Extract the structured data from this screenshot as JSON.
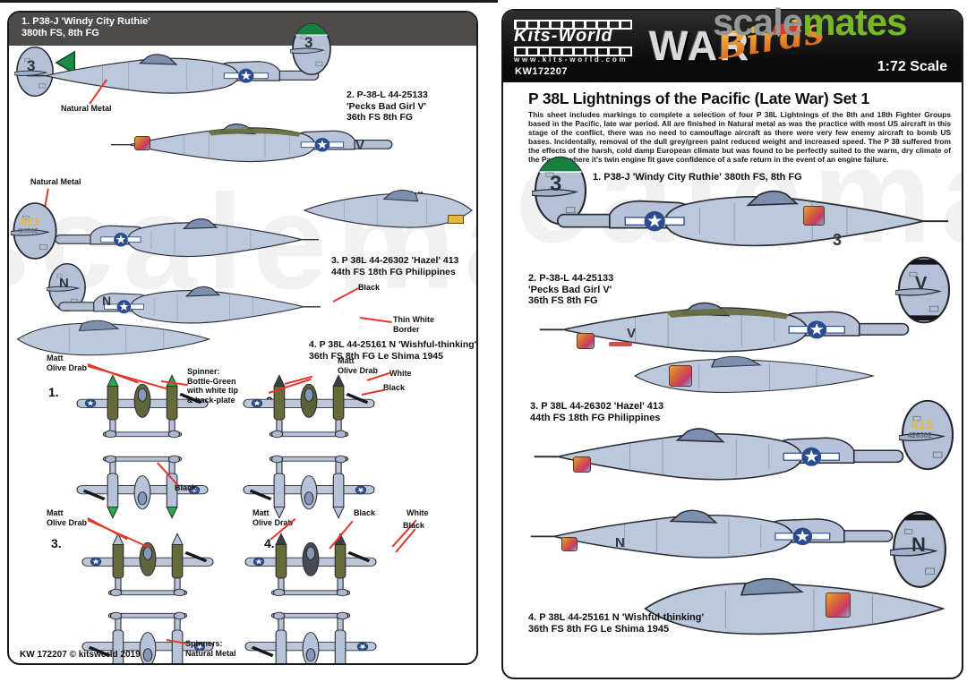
{
  "colors": {
    "accent_red": "#e0382f",
    "olive_drab": "#666b39",
    "airframe_metal": "#b7c3d8",
    "dark_green_cap": "#17803f",
    "spinner_green": "#2ba84a",
    "tail_yellow": "#e7b83b",
    "scalemates_green": "#76b82a",
    "banner_black": "#0b0b0b"
  },
  "watermark": {
    "scale": "scale",
    "mates": "mates",
    "ghost": "scalemates"
  },
  "left": {
    "top_header": [
      "1. P38-J 'Windy City Ruthie'",
      "380th FS, 8th FG"
    ],
    "labels": {
      "natural_metal_a": "Natural Metal",
      "natural_metal_b": "Natural Metal",
      "matt_olive_1": [
        "Matt",
        "Olive Drab"
      ],
      "black_1": "Black",
      "thin_white": [
        "Thin White",
        "Border"
      ],
      "matt_olive_2": [
        "Matt",
        "Olive Drab"
      ],
      "spinner_note": [
        "Spinner:",
        "Bottle-Green",
        "with white tip",
        "& back-plate"
      ],
      "matt_olive_3": [
        "Matt",
        "Olive Drab"
      ],
      "white_1": "White",
      "black_2": "Black",
      "black_3": "Black",
      "matt_olive_4": [
        "Matt",
        "Olive Drab"
      ],
      "matt_olive_5": [
        "Matt",
        "Olive Drab"
      ],
      "black_4": "Black",
      "white_2": "White",
      "black_5": "Black",
      "spinners_natural": [
        "Spinners:",
        "Natural Metal"
      ]
    },
    "items": {
      "item2": [
        "2. P-38-L 44-25133",
        "'Pecks Bad Girl V'",
        "36th FS 8th FG"
      ],
      "item3": [
        "3. P 38L 44-26302 'Hazel' 413",
        "44th FS 18th FG Philippines"
      ],
      "item4": [
        "4. P 38L 44-25161 N 'Wishful-thinking'",
        "36th FS 8th FG Le Shima 1945"
      ]
    },
    "plan_numbers": [
      "1.",
      "2.",
      "3.",
      "4."
    ],
    "tails": {
      "a": "3",
      "b": "3",
      "c": "413",
      "c_serial": "426302",
      "d": "N"
    },
    "markings": {
      "v": "V",
      "n": "N"
    },
    "footer": "KW 172207 © kitsworld 2019"
  },
  "right": {
    "brand": {
      "name": "Kits-World",
      "url": "www.kits-world.com",
      "sku": "KW172207",
      "warbirds_war": "WAR",
      "warbirds_birds": "Birds",
      "scale": "1:72 Scale"
    },
    "title": "P 38L Lightnings of the Pacific (Late War) Set 1",
    "paragraph": "This sheet includes markings to complete a selection of four P 38L Lightnings of the 8th and 18th Fighter Groups based in the Pacific, late war period. All are finished in Natural metal as was the practice with most US aircraft in this stage of the conflict, there was no need to camouflage aircraft as there were very few enemy aircraft to bomb US bases. Incidentally, removal of the dull grey/green paint reduced weight and increased speed. The P 38 suffered from the effects of the harsh, cold damp European climate but was found to be perfectly suited to the warm, dry climate of the Pacific where it's twin engine fit gave confidence of a safe return in the event of an engine failure.",
    "items": {
      "item1": "1. P38-J 'Windy City Ruthie' 380th FS, 8th FG",
      "item2": [
        "2. P-38-L 44-25133",
        "'Pecks Bad Girl V'",
        "36th FS 8th FG"
      ],
      "item3": [
        "3. P 38L 44-26302 'Hazel' 413",
        "44th FS 18th FG Philippines"
      ],
      "item4": [
        "4. P 38L 44-25161 N 'Wishful-thinking'",
        "36th FS 8th FG Le Shima 1945"
      ]
    },
    "tails": {
      "t3": "3",
      "tv": "V",
      "t413": "413",
      "serial": "426302",
      "tn": "N"
    },
    "markings": {
      "three": "3",
      "v": "V",
      "n": "N"
    }
  }
}
